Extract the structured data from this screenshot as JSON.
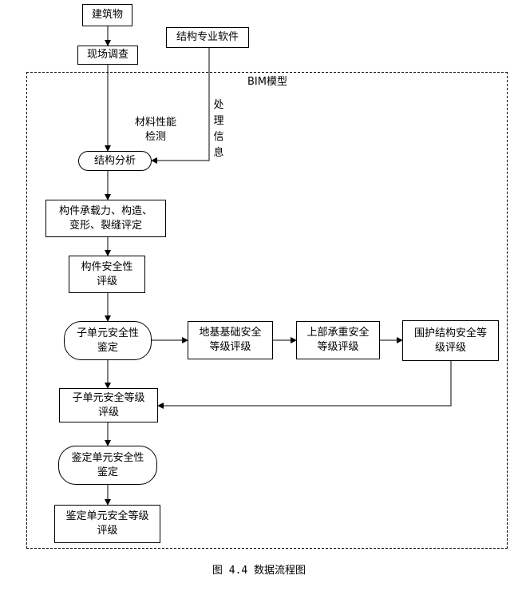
{
  "nodes": {
    "building": "建筑物",
    "survey": "现场调查",
    "software": "结构专业软件",
    "bim": "BIM模型",
    "material": [
      "材料性能",
      "检测"
    ],
    "process": [
      "处",
      "理",
      "信",
      "息"
    ],
    "analysis": "结构分析",
    "member_eval": [
      "构件承载力、构造、",
      "变形、裂缝评定"
    ],
    "member_safety": [
      "构件安全性",
      "评级"
    ],
    "sub_unit": [
      "子单元安全性",
      "鉴定"
    ],
    "foundation": [
      "地基基础安全",
      "等级评级"
    ],
    "upper": [
      "上部承重安全",
      "等级评级"
    ],
    "enclosure": [
      "围护结构安全等",
      "级评级"
    ],
    "sub_unit_grade": [
      "子单元安全等级",
      "评级"
    ],
    "unit_identify": [
      "鉴定单元安全性",
      "鉴定"
    ],
    "unit_grade": [
      "鉴定单元安全等级",
      "评级"
    ]
  },
  "caption": "图 4.4 数据流程图"
}
